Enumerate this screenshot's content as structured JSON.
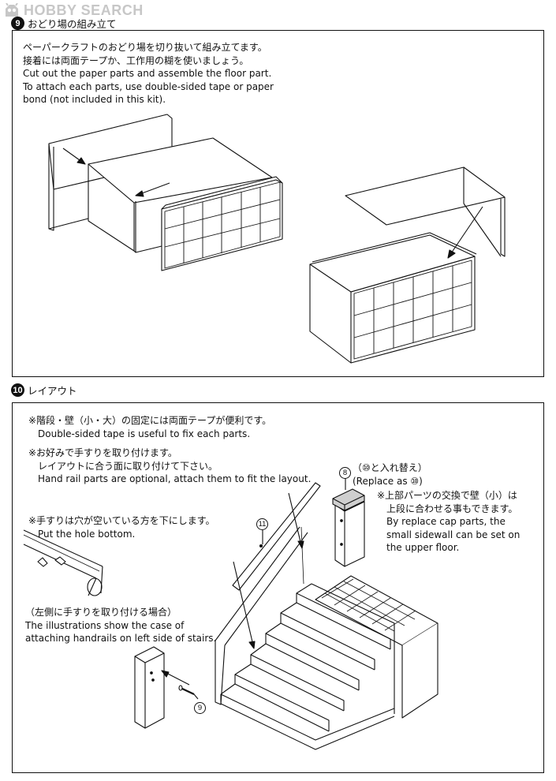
{
  "watermark": {
    "text": "HOBBY SEARCH",
    "logo_icon": "hobbysearch-logo-icon"
  },
  "step9": {
    "number": "9",
    "title": "おどり場の組み立て",
    "instructions": [
      "ペーパークラフトのおどり場を切り抜いて組み立てます。",
      "接着には両面テープか、工作用の糊を使いましょう。",
      "Cut out the paper parts and assemble the floor part.",
      "To attach each parts, use double-sided tape or paper",
      "bond (not included in this kit)."
    ]
  },
  "step10": {
    "number": "10",
    "title": "レイアウト",
    "note_tape": [
      "※階段・壁（小・大）の固定には両面テープが便利です。",
      "Double-sided tape is useful to fix each parts."
    ],
    "note_handrail": [
      "※お好みで手すりを取り付けます。",
      "レイアウトに合う面に取り付けて下さい。",
      "Hand rail parts are optional, attach them to fit the layout."
    ],
    "note_hole": [
      "※手すりは穴が空いている方を下にします。",
      "Put the hole bottom."
    ],
    "note_left": [
      "（左側に手すりを取り付ける場合）",
      "The illustrations show the case of",
      "attaching handrails on left side of stairs."
    ],
    "note_replace_cap": [
      "※上部パーツの交換で壁（小）は",
      "上段に合わせる事もできます。",
      "By replace cap parts, the",
      "small sidewall can be set on",
      "the upper floor."
    ],
    "replace_label_jp": "（⑩と入れ替え）",
    "replace_label_en": "(Replace as ⑩)",
    "part_labels": {
      "cap": "8",
      "handrail": "11",
      "pin": "9"
    }
  }
}
